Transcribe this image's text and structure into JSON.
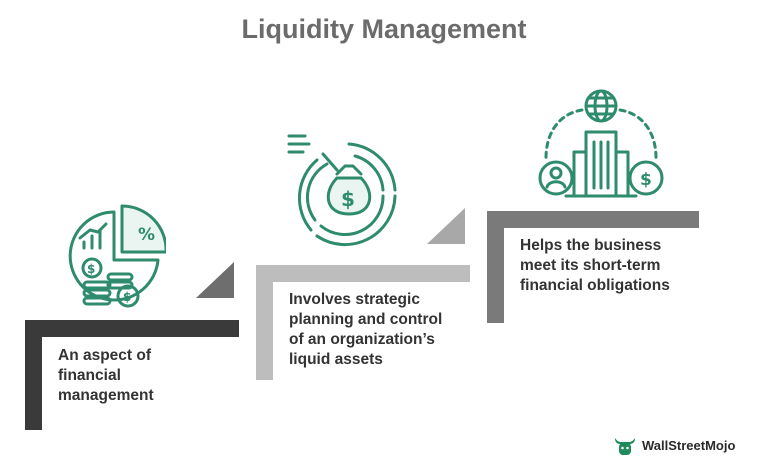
{
  "title": "Liquidity Management",
  "steps": [
    {
      "text": "An aspect of financial management",
      "lines": [
        "An aspect of",
        "financial",
        "management"
      ],
      "icon": "finance-pie-chart-icon"
    },
    {
      "text": "Involves strategic planning and control of an organization's liquid assets",
      "lines": [
        "Involves strategic",
        "planning and control",
        "of an organization’s",
        "liquid assets"
      ],
      "icon": "money-bag-donut-icon"
    },
    {
      "text": "Helps the business meet its short-term financial obligations",
      "lines": [
        "Helps the business",
        "meet its short-term",
        "financial obligations"
      ],
      "icon": "global-business-network-icon"
    }
  ],
  "brand": {
    "name": "WallStreetMojo",
    "icon": "bull-logo-icon"
  },
  "colors": {
    "teal": "#2e8b6e",
    "bar_dark": "#3a3a3a",
    "bar_mid": "#bdbdbd",
    "bar_gray": "#7a7a7a",
    "title": "#6b6b6b"
  }
}
